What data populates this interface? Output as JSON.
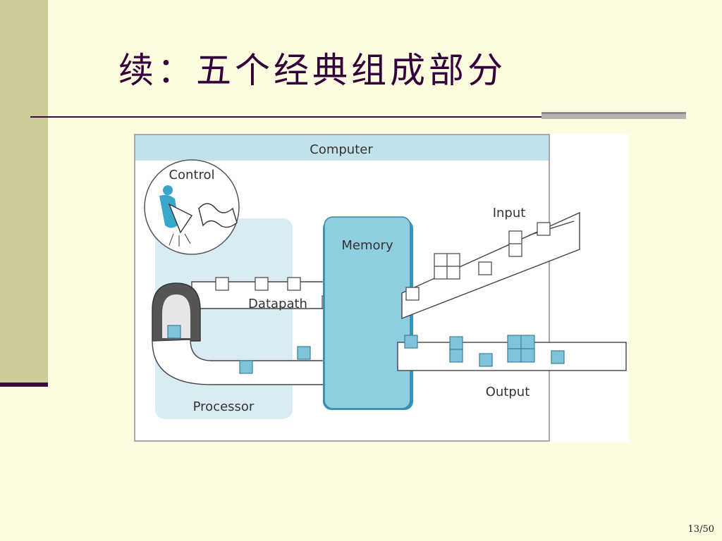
{
  "slide": {
    "title": "续：五个经典组成部分",
    "page_number": "13/50"
  },
  "diagram": {
    "computer_label": "Computer",
    "control_label": "Control",
    "datapath_label": "Datapath",
    "memory_label": "Memory",
    "input_label": "Input",
    "output_label": "Output",
    "processor_label": "Processor"
  },
  "colors": {
    "background": "#fffde0",
    "left_bar": "#cccc99",
    "title_text": "#33003c",
    "computer_header": "#c3e3ec",
    "processor_panel": "#d9ecf4",
    "memory_fill": "#8fcde1",
    "data_block": "#7fc3da"
  }
}
